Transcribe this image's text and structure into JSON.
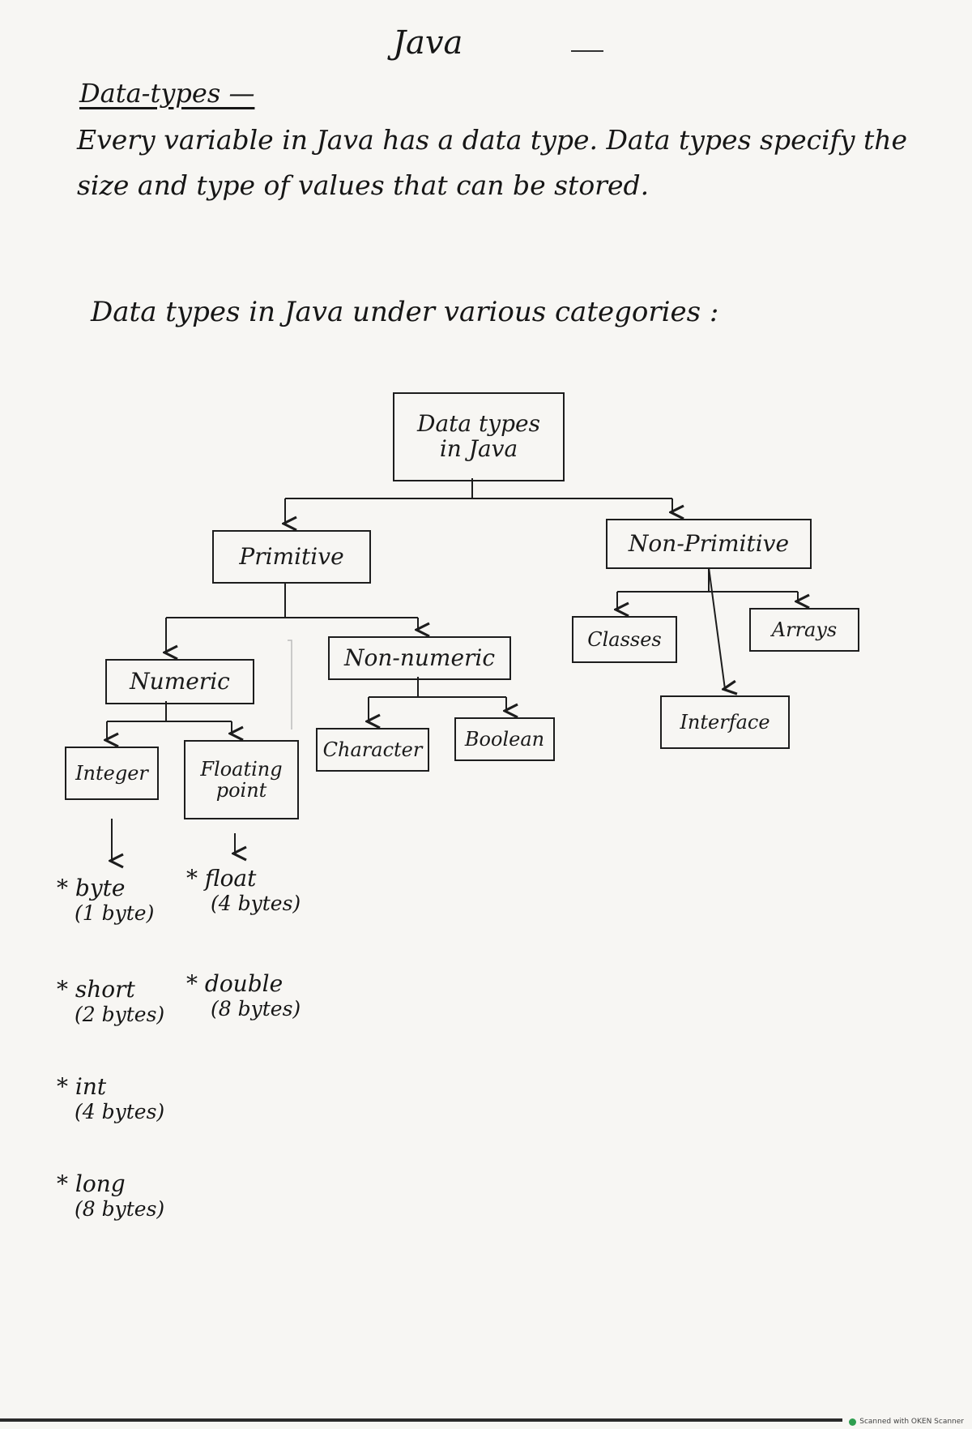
{
  "page": {
    "title": "Java",
    "heading": "Data-types —",
    "paragraph": "Every variable in Java has a data type. Data types specify the size and type of values that can be stored.",
    "subheading": "Data types in Java under various categories :"
  },
  "diagram": {
    "root": "Data types in Java",
    "primitive": "Primitive",
    "non_primitive": "Non-Primitive",
    "numeric": "Numeric",
    "non_numeric": "Non-numeric",
    "integer": "Integer",
    "floating_point": "Floating point",
    "character": "Character",
    "boolean": "Boolean",
    "classes": "Classes",
    "arrays": "Arrays",
    "interface": "Interface"
  },
  "integer_types": [
    {
      "name": "* byte",
      "size": "(1 byte)"
    },
    {
      "name": "* short",
      "size": "(2 bytes)"
    },
    {
      "name": "* int",
      "size": "(4 bytes)"
    },
    {
      "name": "* long",
      "size": "(8 bytes)"
    }
  ],
  "float_types": [
    {
      "name": "* float",
      "size": "(4 bytes)"
    },
    {
      "name": "* double",
      "size": "(8 bytes)"
    }
  ],
  "footer": {
    "scanner_label": "Scanned with OKEN Scanner"
  }
}
